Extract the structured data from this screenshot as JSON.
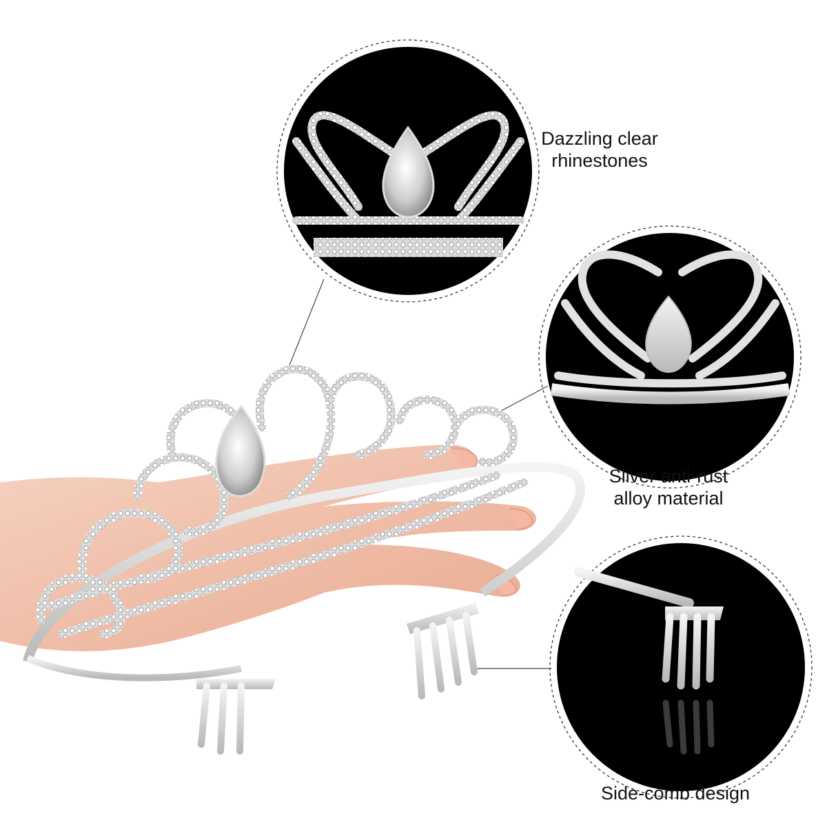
{
  "captions": {
    "rhinestones": {
      "line1": "Dazzling clear",
      "line2": "rhinestones"
    },
    "alloy": {
      "line1": "Sliver anti-rust",
      "line2": "alloy material"
    },
    "comb": {
      "line1": "Side-comb design"
    }
  },
  "colors": {
    "background": "#ffffff",
    "circle_fill": "#000000",
    "dashed_ring": "#333333",
    "silver": "#d8d8d8",
    "skin": "#f2c2ad"
  }
}
